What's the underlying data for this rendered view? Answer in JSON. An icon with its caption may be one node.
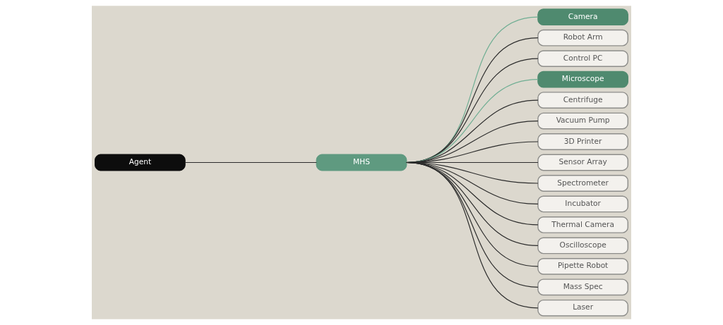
{
  "diagram": {
    "nodes": [
      {
        "text": [
          "Agent"
        ]
      },
      {
        "text": [
          "MHS"
        ]
      },
      {
        "text": [
          "Camera"
        ]
      },
      {
        "text": [
          "Robot Arm"
        ]
      },
      {
        "text": [
          "Control PC"
        ]
      },
      {
        "text": [
          "Microscope"
        ]
      },
      {
        "text": [
          "Centrifuge"
        ]
      },
      {
        "text": [
          "Vacuum Pump"
        ]
      },
      {
        "text": [
          "3D Printer"
        ]
      },
      {
        "text": [
          "Sensor Array"
        ]
      },
      {
        "text": [
          "Spectrometer"
        ]
      },
      {
        "text": [
          "Incubator"
        ]
      },
      {
        "text": [
          "Thermal Camera"
        ]
      },
      {
        "text": [
          "Oscilloscope"
        ]
      },
      {
        "text": [
          "Pipette Robot"
        ]
      },
      {
        "text": [
          "Mass Spec"
        ]
      },
      {
        "text": [
          "Laser"
        ]
      }
    ],
    "edges": [
      {
        "from": 0,
        "to": 1,
        "arrow": "none"
      },
      {
        "from": 1,
        "to": 2,
        "arrow": "none",
        "color": "#6fae93"
      },
      {
        "from": 1,
        "to": 3,
        "arrow": "none"
      },
      {
        "from": 1,
        "to": 4,
        "arrow": "none"
      },
      {
        "from": 1,
        "to": 5,
        "arrow": "none",
        "color": "#6fae93"
      },
      {
        "from": 1,
        "to": 6,
        "arrow": "none"
      },
      {
        "from": 1,
        "to": 7,
        "arrow": "none"
      },
      {
        "from": 1,
        "to": 8,
        "arrow": "none"
      },
      {
        "from": 1,
        "to": 9,
        "arrow": "none"
      },
      {
        "from": 1,
        "to": 10,
        "arrow": "none"
      },
      {
        "from": 1,
        "to": 11,
        "arrow": "none"
      },
      {
        "from": 1,
        "to": 12,
        "arrow": "none"
      },
      {
        "from": 1,
        "to": 13,
        "arrow": "none"
      },
      {
        "from": 1,
        "to": 14,
        "arrow": "none"
      },
      {
        "from": 1,
        "to": 15,
        "arrow": "none"
      },
      {
        "from": 1,
        "to": 16,
        "arrow": "none"
      }
    ]
  }
}
